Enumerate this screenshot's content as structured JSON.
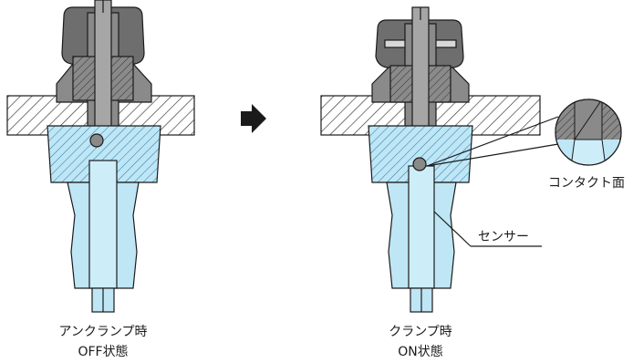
{
  "left_caption": {
    "line1": "アンクランプ時",
    "line2": "OFF状態"
  },
  "right_caption": {
    "line1": "クランプ時",
    "line2": "ON状態"
  },
  "callouts": {
    "contact_face": "コンタクト面",
    "sensor": "センサー"
  },
  "icons": {
    "transition_arrow": "arrow-right-icon"
  },
  "colors": {
    "body_gray": "#8a8a8a",
    "cap_dark": "#6e6e6e",
    "light_blue": "#bfe6f5",
    "hatch_blue": "#9fd4ea",
    "line": "#1a1a1a"
  }
}
